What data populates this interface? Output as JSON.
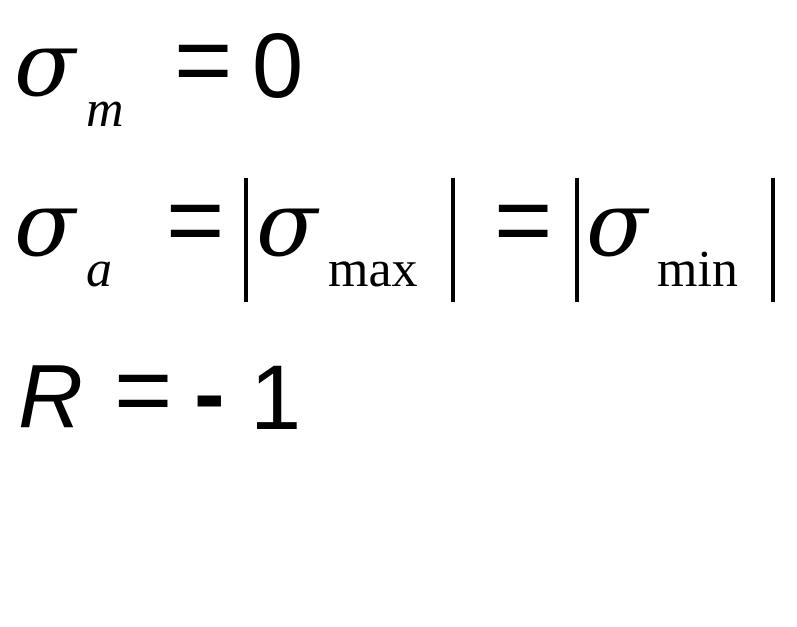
{
  "equation_1": {
    "symbol": "σ",
    "subscript": "m",
    "operator": "=",
    "value": "0"
  },
  "equation_2": {
    "symbol": "σ",
    "subscript": "a",
    "operator_1": "=",
    "abs_1_symbol": "σ",
    "abs_1_subscript": "max",
    "operator_2": "=",
    "abs_2_symbol": "σ",
    "abs_2_subscript": "min"
  },
  "equation_3": {
    "symbol": "R",
    "operator": "=",
    "sign": "-",
    "value": "1"
  }
}
